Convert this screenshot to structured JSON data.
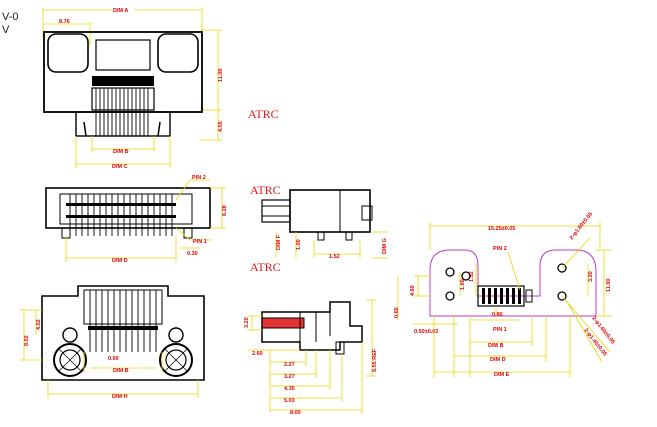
{
  "page_fragments": {
    "line1": "V-0",
    "line2": "V"
  },
  "watermarks": [
    "ATRC",
    "ATRC",
    "ATRC"
  ],
  "front_view": {
    "dims": [
      "DIM A",
      "8.76",
      "11.00",
      "4.55",
      "DIM B",
      "DIM C"
    ]
  },
  "top_view": {
    "dims": [
      "PIN 2",
      "PIN 1",
      "6.28",
      "0.30",
      "DIM D"
    ]
  },
  "side_view": {
    "dims": [
      "1.00",
      "1.52",
      "DIM G",
      "DIM F"
    ]
  },
  "bottom_view": {
    "dims": [
      "4.02",
      "8.02",
      "0.60",
      "DIM B",
      "DIM H"
    ]
  },
  "section_view": {
    "dims": [
      "3.20",
      "2.60",
      "2.27",
      "3.27",
      "4.35",
      "5.03",
      "8.00",
      "8.55 REF"
    ]
  },
  "pcb_layout": {
    "dims": [
      "15.25±0.05",
      "PIN 2",
      "PIN 1",
      "2-φ1.60±0.05",
      "2-φ1.60±0.05",
      "2-φ1.40±0.05",
      "1.52",
      "3.30",
      "11.00",
      "0.60",
      "4.60",
      "1.60",
      "0.50±0.02",
      "DIM B",
      "DIM D",
      "DIM E",
      "0.80"
    ]
  },
  "colors": {
    "dimension": "#e00000",
    "extension": "#e8d800",
    "outline": "#000000",
    "pcb": "#c03cc0",
    "watermark": "#e01818"
  }
}
